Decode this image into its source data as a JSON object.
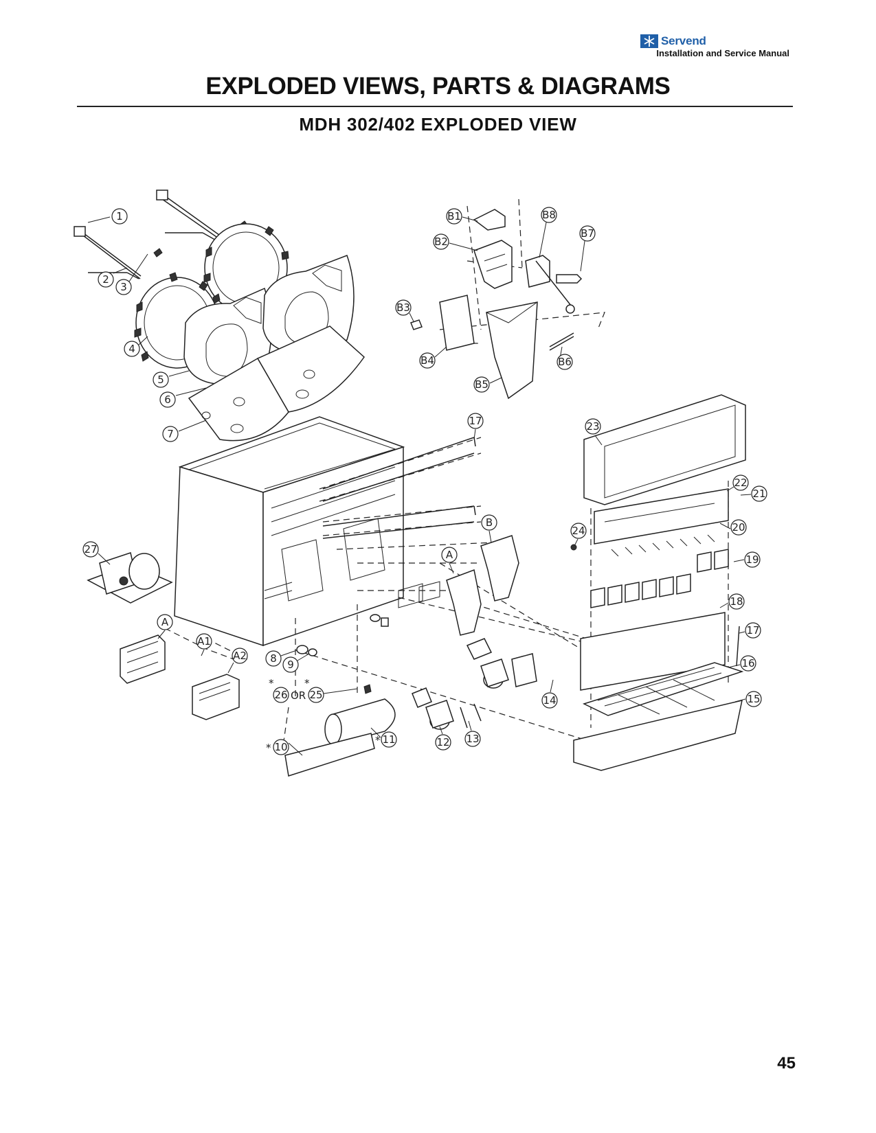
{
  "header": {
    "brand": "Servend",
    "brand_mark": "snowflake-icon",
    "brand_color": "#1f5fa8",
    "manual_title": "Installation and Service Manual",
    "main_title": "EXPLODED VIEWS, PARTS & DIAGRAMS",
    "sub_title": "MDH 302/402 EXPLODED VIEW"
  },
  "diagram": {
    "callouts": [
      "1",
      "2",
      "3",
      "4",
      "5",
      "6",
      "7",
      "8",
      "9",
      "10",
      "11",
      "12",
      "13",
      "14",
      "15",
      "16",
      "17",
      "17",
      "18",
      "19",
      "20",
      "21",
      "22",
      "23",
      "24",
      "25",
      "26",
      "27",
      "A",
      "A",
      "B",
      "A1",
      "A2",
      "B1",
      "B2",
      "B3",
      "B4",
      "B5",
      "B6",
      "B7",
      "B8"
    ],
    "notes": {
      "or": "OR",
      "asterisk": "*"
    }
  },
  "footer": {
    "page_number": "45"
  }
}
